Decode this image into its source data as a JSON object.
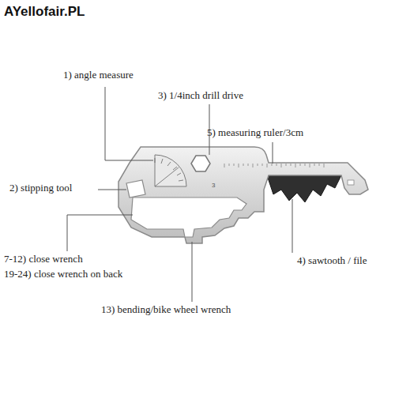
{
  "diagram": {
    "labels": [
      "AYellofair.PL",
      "1) angle measure",
      "3) 1/4inch drill drive",
      "5) measuring ruler/3cm",
      "3",
      "2) stipping tool",
      "7-12) close wrench",
      "19-24) close wrench on back",
      "4) sawtooth / file",
      "13) bending/bike wheel wrench"
    ]
  }
}
